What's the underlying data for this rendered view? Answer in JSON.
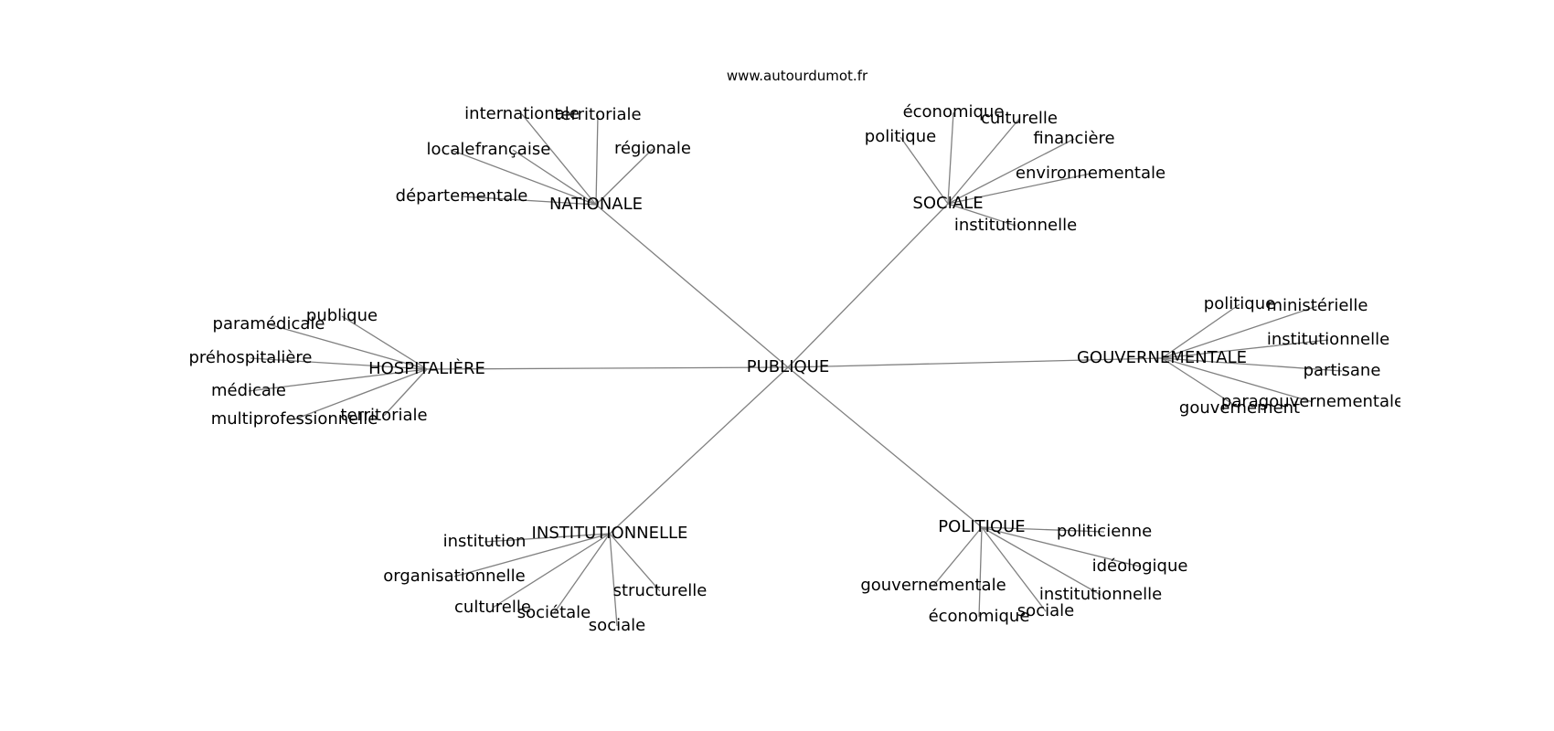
{
  "watermark": "www.autourdumot.fr",
  "edge_color": "#808080",
  "text_color": "#000000",
  "center": "PUBLIQUE",
  "clusters": [
    {
      "key": "nationale",
      "label": "NATIONALE",
      "leaves": [
        "internationale",
        "territoriale",
        "française",
        "locale",
        "régionale",
        "départementale"
      ]
    },
    {
      "key": "sociale",
      "label": "SOCIALE",
      "leaves": [
        "économique",
        "culturelle",
        "politique",
        "financière",
        "environnementale",
        "institutionnelle"
      ]
    },
    {
      "key": "hospitaliere",
      "label": "HOSPITALIÈRE",
      "leaves": [
        "publique",
        "paramédicale",
        "préhospitalière",
        "médicale",
        "multiprofessionnelle",
        "territoriale"
      ]
    },
    {
      "key": "gouvernementale",
      "label": "GOUVERNEMENTALE",
      "leaves": [
        "politique",
        "ministérielle",
        "institutionnelle",
        "partisane",
        "paragouvernementale",
        "gouvernement"
      ]
    },
    {
      "key": "institutionnelle",
      "label": "INSTITUTIONNELLE",
      "leaves": [
        "institution",
        "organisationnelle",
        "culturelle",
        "sociétale",
        "structurelle",
        "sociale"
      ]
    },
    {
      "key": "politique",
      "label": "POLITIQUE",
      "leaves": [
        "politicienne",
        "idéologique",
        "gouvernementale",
        "institutionnelle",
        "économique",
        "sociale"
      ]
    }
  ]
}
